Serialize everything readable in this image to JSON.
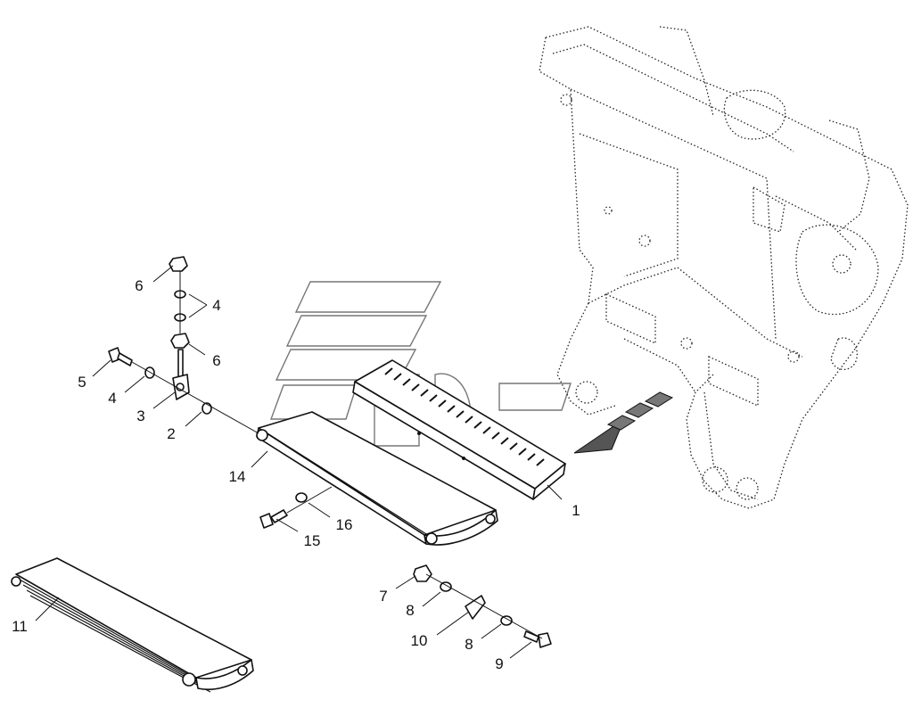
{
  "labels": {
    "l1": "1",
    "l2": "2",
    "l3": "3",
    "l4a": "4",
    "l4b": "4",
    "l5": "5",
    "l6a": "6",
    "l6b": "6",
    "l7": "7",
    "l8a": "8",
    "l8b": "8",
    "l9": "9",
    "l10": "10",
    "l11": "11",
    "l14": "14",
    "l15": "15",
    "l16": "16"
  },
  "parts": {
    "frame": "tractor-frame",
    "step_bracket": "step-bracket",
    "step_plate": "step-plate",
    "lower_step": "lower-step",
    "hardware": [
      "bolt",
      "nut",
      "washer",
      "clamp",
      "eye-bolt",
      "spacer"
    ]
  }
}
